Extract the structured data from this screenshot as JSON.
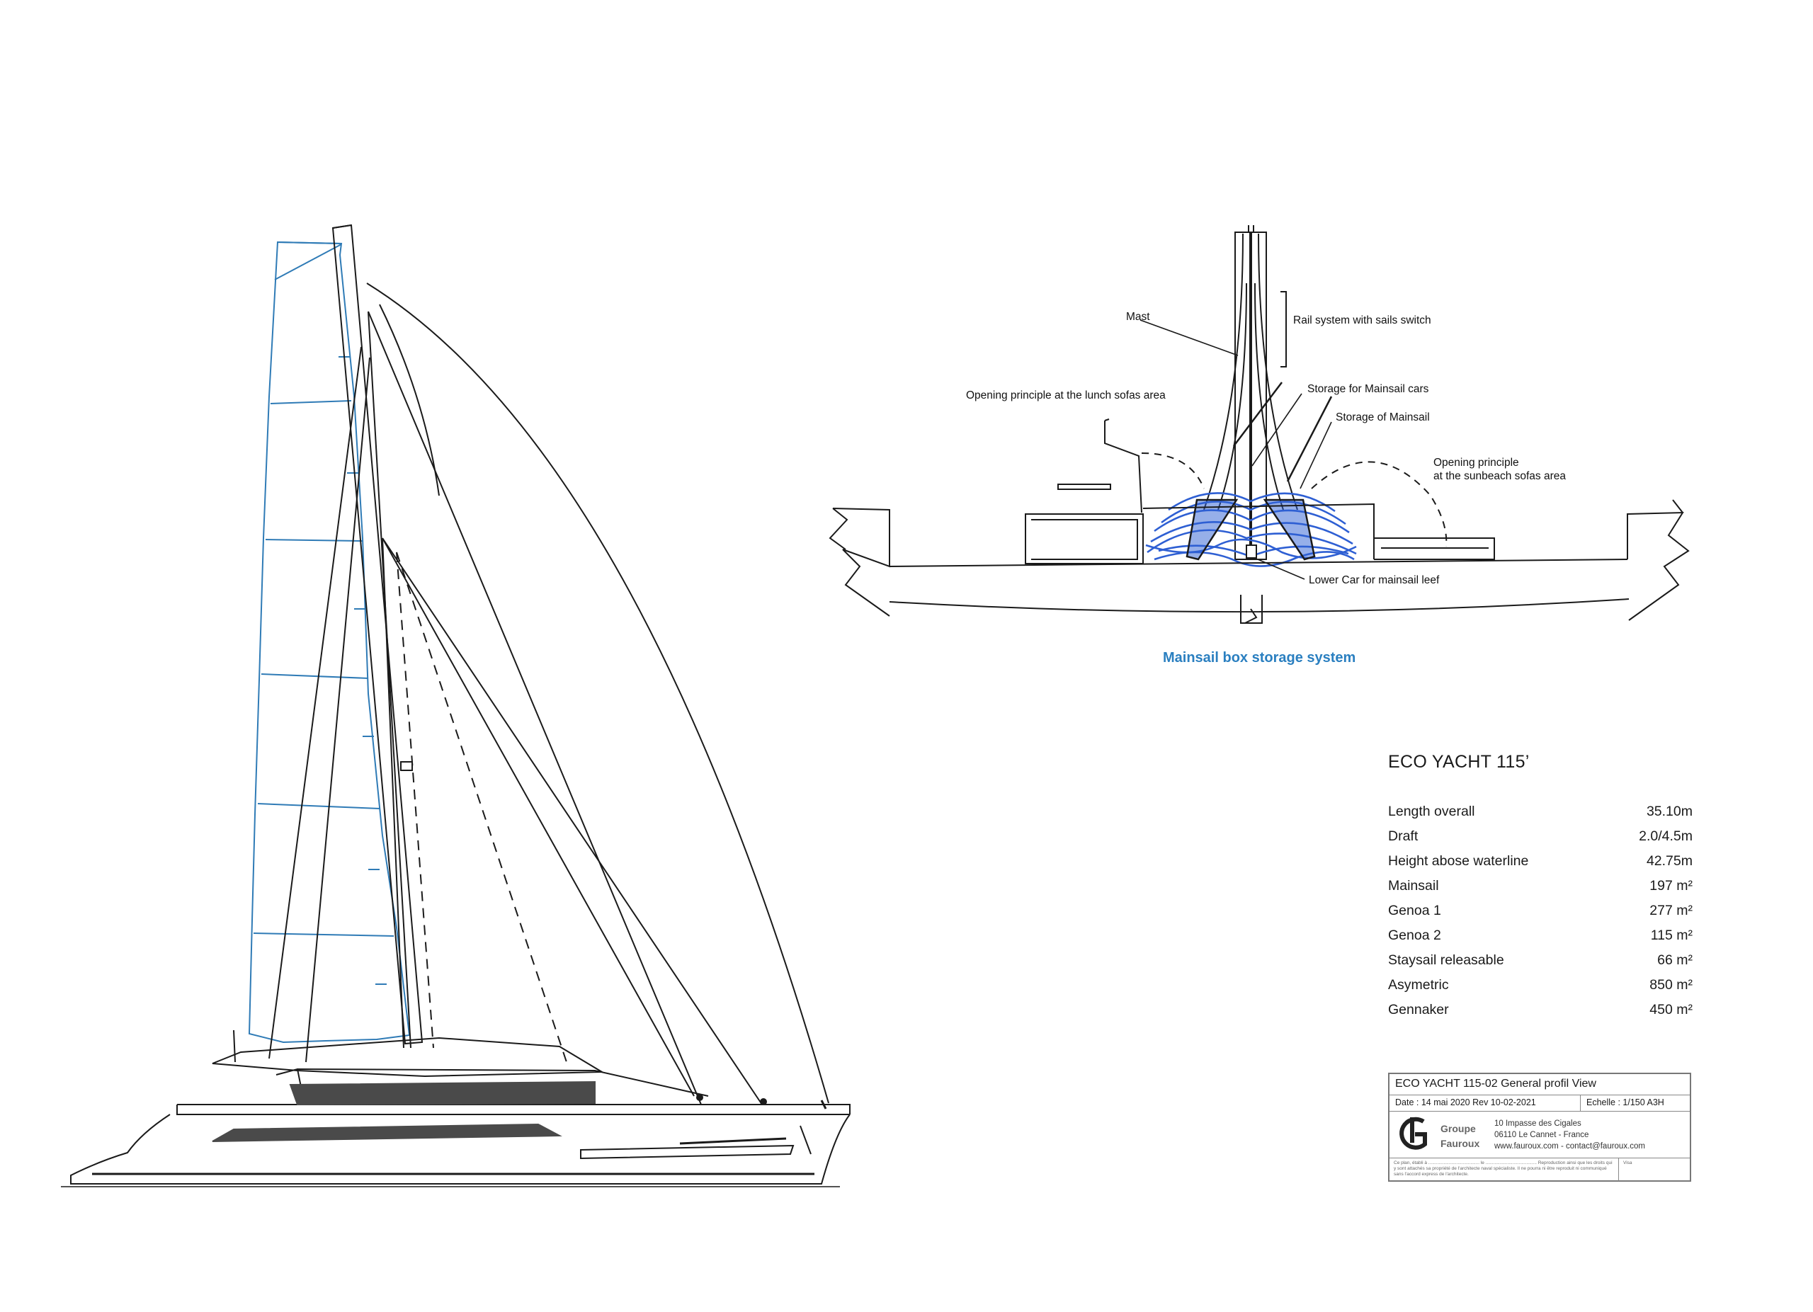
{
  "colors": {
    "line": "#1a1a1a",
    "mainsail_blue": "#2f7bb6",
    "storage_blue": "#2e5fd3",
    "caption_blue": "#2a7fc0",
    "hull_dark": "#4a4a4a"
  },
  "section_detail": {
    "labels": {
      "mast": "Mast",
      "rail": "Rail system with sails switch",
      "storage_cars": "Storage for Mainsail cars",
      "storage_mainsail": "Storage of Mainsail",
      "opening_lunch": "Opening principle at the lunch sofas area",
      "opening_sunbeach_1": "Opening principle",
      "opening_sunbeach_2": "at the sunbeach sofas area",
      "lower_car": "Lower Car for mainsail leef"
    },
    "caption": "Mainsail box storage system"
  },
  "specs": {
    "title": "ECO YACHT 115’",
    "rows": [
      {
        "label": "Length overall",
        "value": "35.10m"
      },
      {
        "label": "Draft",
        "value": "2.0/4.5m"
      },
      {
        "label": "Height abose waterline",
        "value": "42.75m"
      },
      {
        "label": "Mainsail",
        "value": "197 m²"
      },
      {
        "label": "Genoa 1",
        "value": "277 m²"
      },
      {
        "label": "Genoa 2",
        "value": "115 m²"
      },
      {
        "label": "Staysail releasable",
        "value": "66 m²"
      },
      {
        "label": "Asymetric",
        "value": "850 m²"
      },
      {
        "label": "Gennaker",
        "value": "450 m²"
      }
    ]
  },
  "title_block": {
    "title": "ECO YACHT 115-02  General profil View",
    "date": "Date :   14 mai 2020  Rev 10-02-2021",
    "scale": "Echelle :  1/150 A3H",
    "logo_line1": "Groupe",
    "logo_line2": "Fauroux",
    "address_1": "10 Impasse des Cigales",
    "address_2": "06110 Le Cannet - France",
    "address_3": "www.fauroux.com - contact@fauroux.com",
    "notes": "Ce plan, établi à ........................................ le ........................................ Reproduction ainsi que les droits qui y sont attachés sa propriété de l'architecte naval spécialiste. Il ne pourra ni être reproduit ni communiqué sans l'accord express de l'architecte.",
    "visa": "Visa"
  }
}
